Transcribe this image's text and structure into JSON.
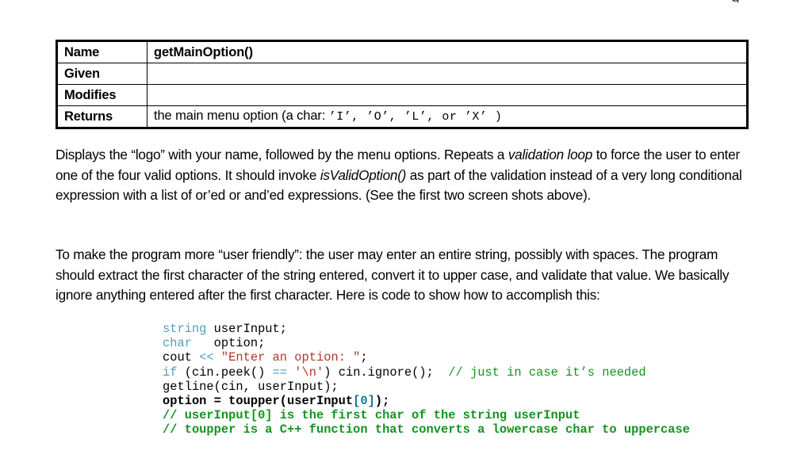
{
  "page": {
    "top_clipped_fragment": "g"
  },
  "spec_table": {
    "rows": [
      {
        "label": "Name",
        "value": "getMainOption()",
        "bold": true
      },
      {
        "label": "Given",
        "value": "",
        "bold": false
      },
      {
        "label": "Modifies",
        "value": "",
        "bold": false
      },
      {
        "label": "Returns",
        "value": "the main menu option (a char: ",
        "bold": false,
        "mono_suffix": "’I’,  ’O’,  ’L’,  or  ’X’ )"
      }
    ]
  },
  "paragraphs": {
    "p1": {
      "seg1": "Displays the “logo” with your name, followed by the menu options. Repeats a ",
      "em1": "validation loop",
      "seg2": " to force the user to enter one of the four valid options. It should invoke ",
      "em2": "isValidOption()",
      "seg3": " as part of the validation instead of a very long conditional expression with a list of or’ed or and’ed expressions. (See the first two screen shots above)."
    },
    "p2": {
      "text": "To make the program more “user friendly”: the user may enter an entire string, possibly with spaces. The program should extract the first character of the string entered, convert it to upper case, and validate that value. We basically ignore anything entered after the first character. Here is code to show how to accomplish this:"
    }
  },
  "code": {
    "language": "cpp",
    "lines": [
      {
        "id": "l1",
        "tokens": [
          {
            "t": "string",
            "c": "k"
          },
          {
            "t": " userInput;",
            "c": "plain"
          }
        ]
      },
      {
        "id": "l2",
        "tokens": [
          {
            "t": "char",
            "c": "k"
          },
          {
            "t": "   option;",
            "c": "plain"
          }
        ]
      },
      {
        "id": "l3",
        "tokens": [
          {
            "t": "cout ",
            "c": "plain"
          },
          {
            "t": "<<",
            "c": "k"
          },
          {
            "t": " ",
            "c": "plain"
          },
          {
            "t": "\"Enter an option: \"",
            "c": "str"
          },
          {
            "t": ";",
            "c": "plain"
          }
        ]
      },
      {
        "id": "l4",
        "tokens": [
          {
            "t": "if",
            "c": "k"
          },
          {
            "t": " (cin.peek() ",
            "c": "plain"
          },
          {
            "t": "==",
            "c": "k"
          },
          {
            "t": " ",
            "c": "plain"
          },
          {
            "t": "'\\n'",
            "c": "str"
          },
          {
            "t": ") cin.ignore();  ",
            "c": "plain"
          },
          {
            "t": "// just in case it’s needed",
            "c": "cmt"
          }
        ]
      },
      {
        "id": "l5",
        "tokens": [
          {
            "t": "getline(cin, userInput);",
            "c": "plain"
          }
        ]
      },
      {
        "id": "l6",
        "tokens": [
          {
            "t": "option = toupper(userInput",
            "c": "bold"
          },
          {
            "t": "[0]",
            "c": "brk"
          },
          {
            "t": ");",
            "c": "bold"
          }
        ]
      },
      {
        "id": "l7",
        "tokens": [
          {
            "t": "// userInput[0] is the first char of the string userInput",
            "c": "cmt-b"
          }
        ]
      },
      {
        "id": "l8",
        "tokens": [
          {
            "t": "// toupper is a C++ function that converts a lowercase char to uppercase",
            "c": "cmt-b"
          }
        ]
      }
    ]
  },
  "colors": {
    "keyword": "#4f9ec4",
    "string": "#b5342a",
    "comment": "#12941f",
    "bracket": "#127b8c",
    "text": "#000000",
    "background": "#ffffff"
  }
}
